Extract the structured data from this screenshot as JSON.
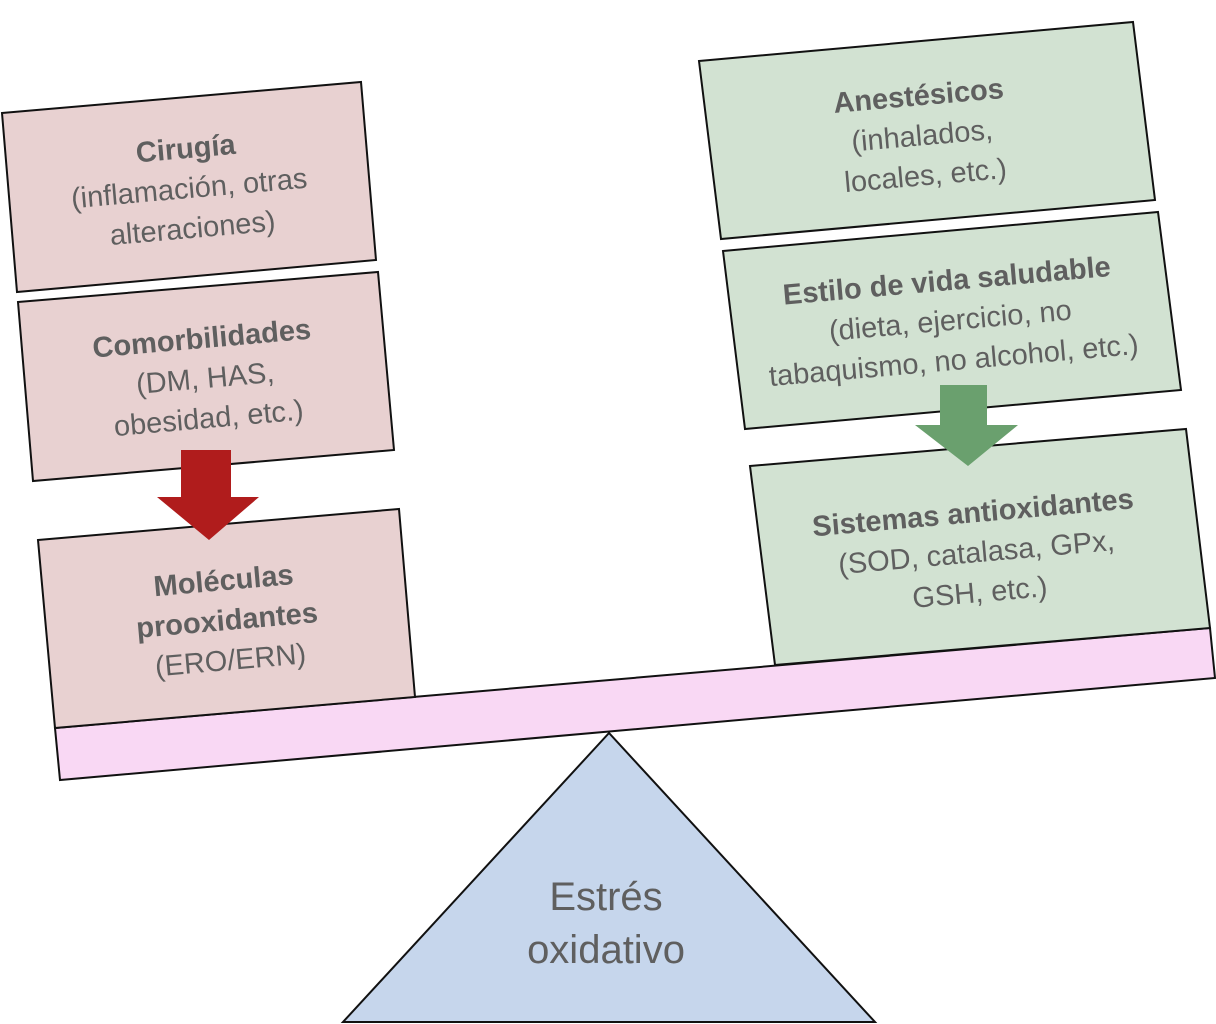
{
  "left": {
    "boxes": [
      {
        "title": "Cirugía",
        "lines": [
          "(inflamación, otras",
          "alteraciones)"
        ]
      },
      {
        "title": "Comorbilidades",
        "lines": [
          "(DM, HAS,",
          "obesidad, etc.)"
        ]
      },
      {
        "title_lines": [
          "Moléculas",
          "prooxidantes"
        ],
        "lines": [
          "(ERO/ERN)"
        ]
      }
    ]
  },
  "right": {
    "boxes": [
      {
        "title": "Anestésicos",
        "lines": [
          "(inhalados,",
          "locales, etc.)"
        ]
      },
      {
        "title": "Estilo de vida saludable",
        "lines": [
          "(dieta, ejercicio, no",
          "tabaquismo, no alcohol, etc.)"
        ]
      },
      {
        "title": "Sistemas antioxidantes",
        "lines": [
          "(SOD, catalasa, GPx,",
          "GSH, etc.)"
        ]
      }
    ]
  },
  "fulcrum": {
    "lines": [
      "Estrés",
      "oxidativo"
    ]
  },
  "colors": {
    "prooxidant_box": "#e8d1d1",
    "antioxidant_box": "#d2e2d2",
    "beam": "#f9d8f4",
    "fulcrum": "#c6d6ec",
    "red_arrow": "#b01c1c",
    "green_arrow": "#6aa06e"
  }
}
